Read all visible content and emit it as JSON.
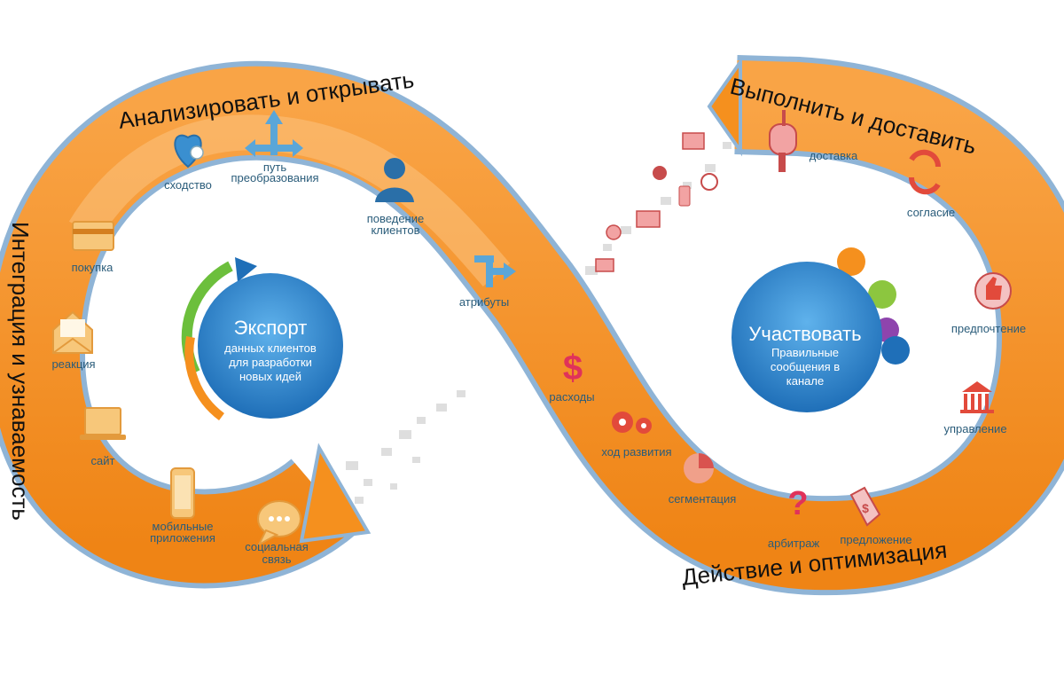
{
  "section_titles": {
    "top_left": "Анализировать и открывать",
    "left": "Интеграция и узнаваемость",
    "top_right": "Выполнить и доставить",
    "bottom_right": "Действие и оптимизация"
  },
  "left_circle": {
    "title": "Экспорт",
    "line1": "данных клиентов",
    "line2": "для разработки",
    "line3": "новых идей"
  },
  "right_circle": {
    "title": "Участвовать",
    "line1": "Правильные",
    "line2": "сообщения в",
    "line3": "канале"
  },
  "items": {
    "similarity": "сходство",
    "path1": "путь",
    "path2": "преобразования",
    "behavior1": "поведение",
    "behavior2": "клиентов",
    "attributes": "атрибуты",
    "purchase": "покупка",
    "reaction": "реакция",
    "site": "сайт",
    "mobile1": "мобильные",
    "mobile2": "приложения",
    "social1": "социальная",
    "social2": "связь",
    "expenses": "расходы",
    "progress": "ход развития",
    "segmentation": "сегментация",
    "arbitrage": "арбитраж",
    "offer": "предложение",
    "delivery": "доставка",
    "consent": "согласие",
    "preference": "предпочтение",
    "management": "управление"
  },
  "colors": {
    "band_orange": "#f5901e",
    "band_light": "#f9b46a",
    "band_outline": "#8fb4d6",
    "circle_blue": "#2f86cf",
    "label_text": "#2a5c7a"
  }
}
